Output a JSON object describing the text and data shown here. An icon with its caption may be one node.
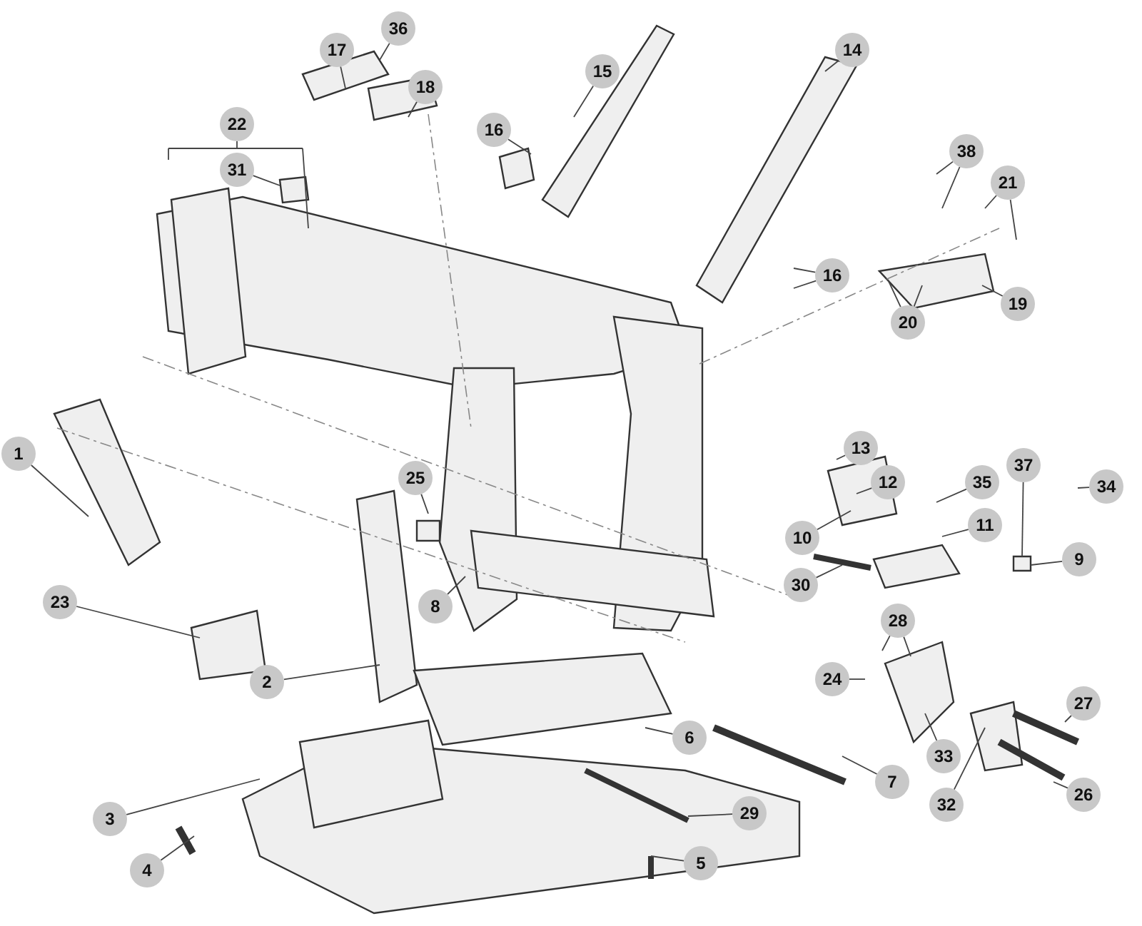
{
  "diagram": {
    "nodes": [
      {
        "text": [
          "36"
        ]
      },
      {
        "text": [
          "17"
        ]
      },
      {
        "text": [
          "14"
        ]
      },
      {
        "text": [
          "15"
        ]
      },
      {
        "text": [
          "18"
        ]
      },
      {
        "text": [
          "22"
        ]
      },
      {
        "text": [
          "16"
        ]
      },
      {
        "text": [
          "38"
        ]
      },
      {
        "text": [
          "31"
        ]
      },
      {
        "text": [
          "21"
        ]
      },
      {
        "text": [
          "16"
        ]
      },
      {
        "text": [
          "19"
        ]
      },
      {
        "text": [
          "20"
        ]
      },
      {
        "text": [
          "1"
        ]
      },
      {
        "text": [
          "13"
        ]
      },
      {
        "text": [
          "37"
        ]
      },
      {
        "text": [
          "25"
        ]
      },
      {
        "text": [
          "12"
        ]
      },
      {
        "text": [
          "35"
        ]
      },
      {
        "text": [
          "34"
        ]
      },
      {
        "text": [
          "11"
        ]
      },
      {
        "text": [
          "10"
        ]
      },
      {
        "text": [
          "9"
        ]
      },
      {
        "text": [
          "30"
        ]
      },
      {
        "text": [
          "23"
        ]
      },
      {
        "text": [
          "8"
        ]
      },
      {
        "text": [
          "28"
        ]
      },
      {
        "text": [
          "24"
        ]
      },
      {
        "text": [
          "2"
        ]
      },
      {
        "text": [
          "27"
        ]
      },
      {
        "text": [
          "6"
        ]
      },
      {
        "text": [
          "33"
        ]
      },
      {
        "text": [
          "7"
        ]
      },
      {
        "text": [
          "26"
        ]
      },
      {
        "text": [
          "32"
        ]
      },
      {
        "text": [
          "3"
        ]
      },
      {
        "text": [
          "29"
        ]
      },
      {
        "text": [
          "5"
        ]
      },
      {
        "text": [
          "4"
        ]
      }
    ],
    "edges": [
      {
        "from": 0,
        "to": null,
        "arrow": "none"
      },
      {
        "from": 1,
        "to": null,
        "arrow": "none"
      },
      {
        "from": 2,
        "to": null,
        "arrow": "none"
      },
      {
        "from": 3,
        "to": null,
        "arrow": "none"
      },
      {
        "from": 4,
        "to": null,
        "arrow": "none"
      },
      {
        "from": 5,
        "to": null,
        "arrow": "none"
      },
      {
        "from": 6,
        "to": null,
        "arrow": "none"
      },
      {
        "from": 7,
        "to": null,
        "arrow": "none"
      },
      {
        "from": 7,
        "to": null,
        "arrow": "none"
      },
      {
        "from": 8,
        "to": null,
        "arrow": "none"
      },
      {
        "from": 9,
        "to": null,
        "arrow": "none"
      },
      {
        "from": 9,
        "to": null,
        "arrow": "none"
      },
      {
        "from": 10,
        "to": null,
        "arrow": "none"
      },
      {
        "from": 10,
        "to": null,
        "arrow": "none"
      },
      {
        "from": 11,
        "to": null,
        "arrow": "none"
      },
      {
        "from": 12,
        "to": null,
        "arrow": "none"
      },
      {
        "from": 12,
        "to": null,
        "arrow": "none"
      },
      {
        "from": 13,
        "to": null,
        "arrow": "none"
      },
      {
        "from": 14,
        "to": null,
        "arrow": "none"
      },
      {
        "from": 15,
        "to": null,
        "arrow": "none"
      },
      {
        "from": 16,
        "to": null,
        "arrow": "none"
      },
      {
        "from": 17,
        "to": null,
        "arrow": "none"
      },
      {
        "from": 18,
        "to": null,
        "arrow": "none"
      },
      {
        "from": 19,
        "to": null,
        "arrow": "none"
      },
      {
        "from": 20,
        "to": null,
        "arrow": "none"
      },
      {
        "from": 21,
        "to": null,
        "arrow": "none"
      },
      {
        "from": 22,
        "to": null,
        "arrow": "none"
      },
      {
        "from": 23,
        "to": null,
        "arrow": "none"
      },
      {
        "from": 24,
        "to": null,
        "arrow": "none"
      },
      {
        "from": 25,
        "to": null,
        "arrow": "none"
      },
      {
        "from": 26,
        "to": null,
        "arrow": "none"
      },
      {
        "from": 26,
        "to": null,
        "arrow": "none"
      },
      {
        "from": 27,
        "to": null,
        "arrow": "none"
      },
      {
        "from": 28,
        "to": null,
        "arrow": "none"
      },
      {
        "from": 29,
        "to": null,
        "arrow": "none"
      },
      {
        "from": 30,
        "to": null,
        "arrow": "none"
      },
      {
        "from": 31,
        "to": null,
        "arrow": "none"
      },
      {
        "from": 32,
        "to": null,
        "arrow": "none"
      },
      {
        "from": 33,
        "to": null,
        "arrow": "none"
      },
      {
        "from": 34,
        "to": null,
        "arrow": "none"
      },
      {
        "from": 35,
        "to": null,
        "arrow": "none"
      },
      {
        "from": 36,
        "to": null,
        "arrow": "none"
      },
      {
        "from": 37,
        "to": null,
        "arrow": "none"
      },
      {
        "from": 38,
        "to": null,
        "arrow": "none"
      }
    ]
  }
}
